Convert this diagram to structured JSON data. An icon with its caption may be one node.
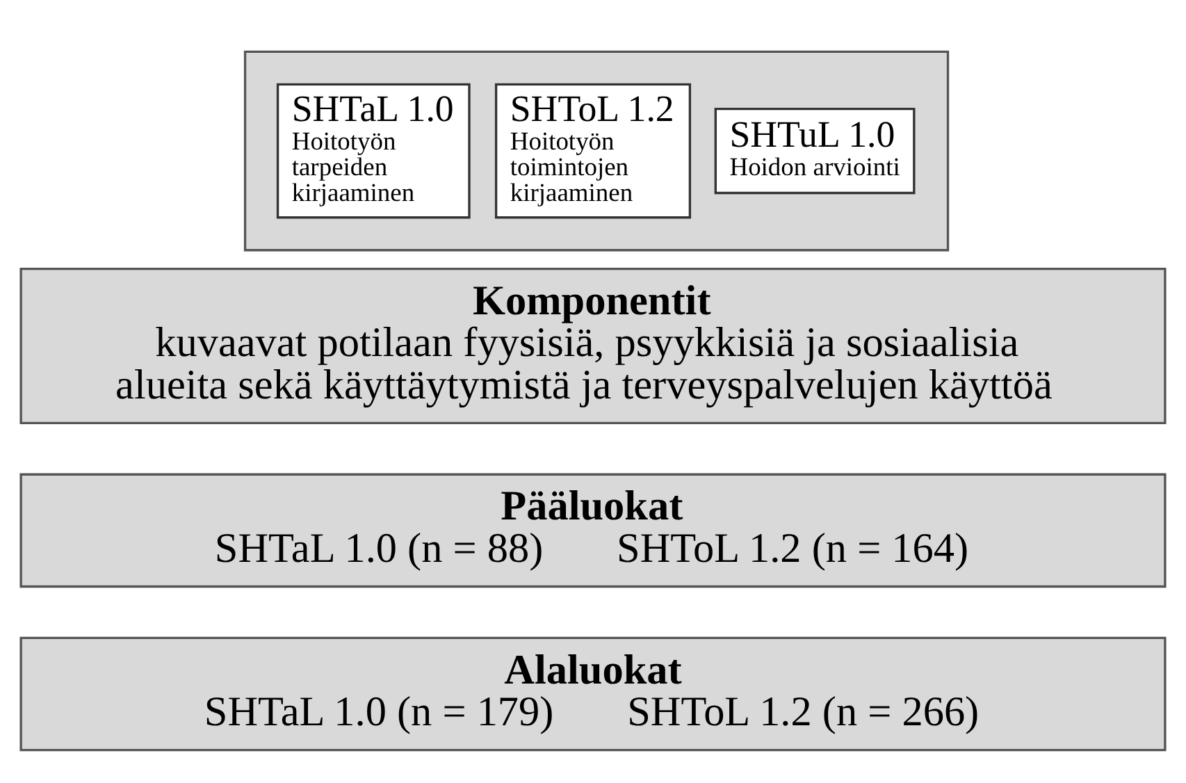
{
  "diagram": {
    "nodes": [
      {
        "text": [],
        "shape": "box"
      },
      {
        "text": [
          "SHTaL 1.0",
          "Hoitotyön tarpeiden kirjaaminen"
        ],
        "in": 0
      },
      {
        "text": [
          "SHToL 1.2",
          "Hoitotyön toimintojen kirjaaminen"
        ],
        "in": 0
      },
      {
        "text": [
          "SHTuL 1.0",
          "Hoidon arviointi"
        ],
        "in": 0
      },
      {
        "text": [
          "Komponentit",
          "kuvaavat potilaan fyysisiä, psyykkisiä ja sosiaalisia alueita sekä käyttäytymistä ja terveyspalvelujen käyttöä"
        ]
      },
      {
        "text": [
          "Pääluokat",
          "SHTaL 1.0 (n = 88)",
          "SHToL 1.2 (n = 164)"
        ]
      },
      {
        "text": [
          "Alaluokat",
          "SHTaL 1.0 (n = 179)",
          "SHToL 1.2 (n = 266)"
        ]
      }
    ],
    "edges": []
  }
}
